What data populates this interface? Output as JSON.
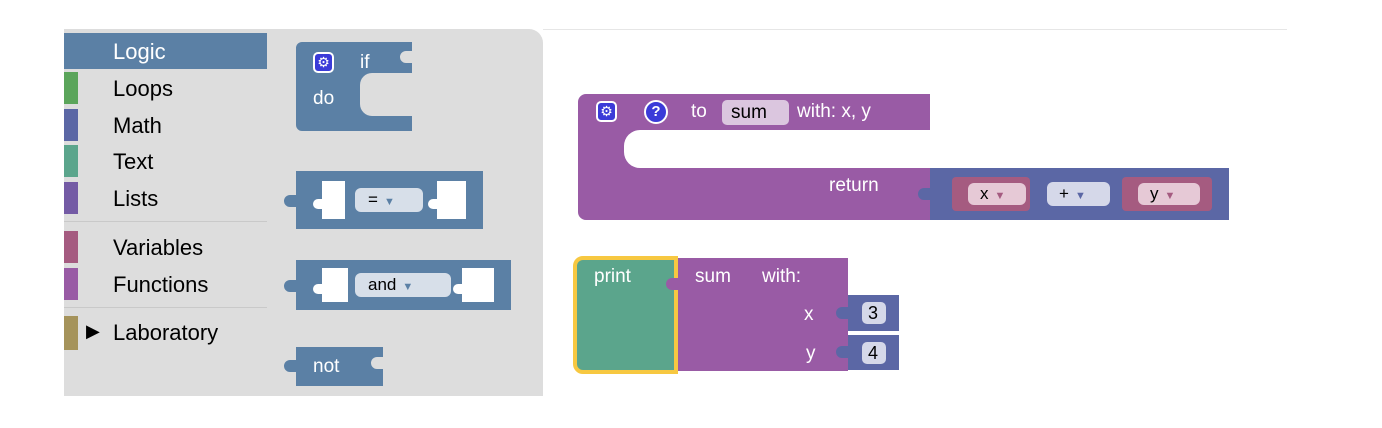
{
  "toolbox": {
    "categories": [
      {
        "label": "Logic",
        "color": "#5b80a5"
      },
      {
        "label": "Loops",
        "color": "#5ba55b"
      },
      {
        "label": "Math",
        "color": "#5b67a5"
      },
      {
        "label": "Text",
        "color": "#5ba58c"
      },
      {
        "label": "Lists",
        "color": "#745ba5"
      },
      {
        "label": "Variables",
        "color": "#a55b80"
      },
      {
        "label": "Functions",
        "color": "#995ba5"
      },
      {
        "label": "Laboratory",
        "color": "#a5935b",
        "expand_icon": "triangle-right-icon"
      }
    ],
    "selected": "Logic"
  },
  "flyout": {
    "if_block": {
      "if_label": "if",
      "do_label": "do",
      "icon": "gear-icon"
    },
    "compare_block": {
      "operator": "="
    },
    "logic_op_block": {
      "operator": "and"
    },
    "not_block": {
      "label": "not"
    }
  },
  "workspace": {
    "function_def": {
      "to_label": "to",
      "name": "sum",
      "params_label": "with: x, y",
      "return_label": "return",
      "icons": [
        "gear-icon",
        "help-icon"
      ],
      "return_expr": {
        "left": "x",
        "operator": "+",
        "right": "y"
      }
    },
    "print_block": {
      "label": "print",
      "call": {
        "name": "sum",
        "with_label": "with:",
        "args": [
          {
            "name": "x",
            "value": "3"
          },
          {
            "name": "y",
            "value": "4"
          }
        ]
      }
    }
  },
  "colors": {
    "logic": "#5b80a5",
    "math": "#5b67a5",
    "text": "#5ba58c",
    "procedures": "#995ba5",
    "variables": "#a55b80",
    "highlight": "#f7c841"
  }
}
